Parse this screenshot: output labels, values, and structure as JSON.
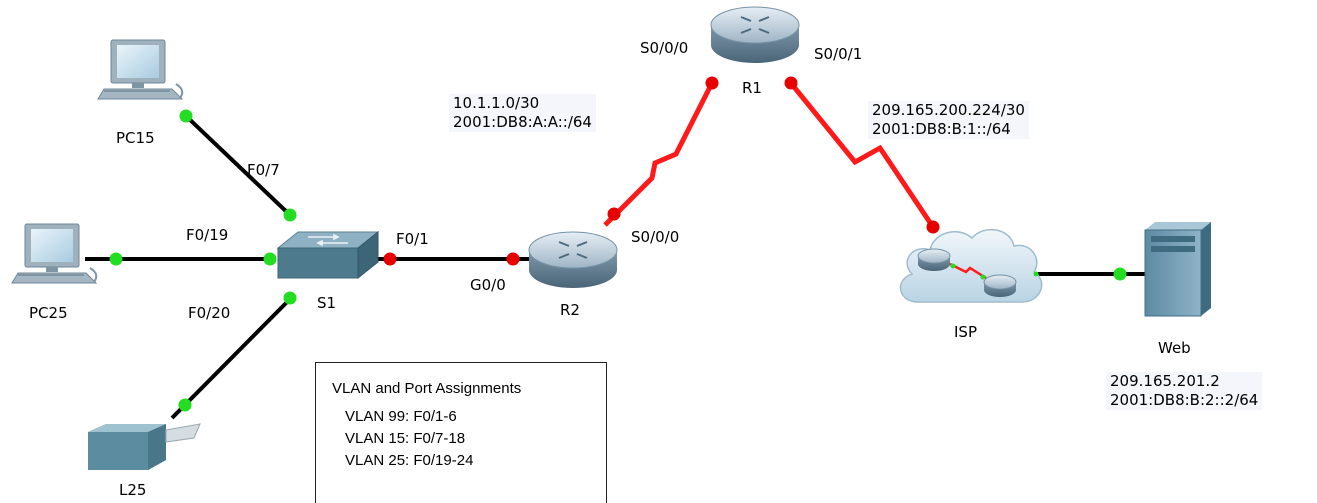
{
  "devices": {
    "pc15": "PC15",
    "pc25": "PC25",
    "l25": "L25",
    "s1": "S1",
    "r1": "R1",
    "r2": "R2",
    "isp": "ISP",
    "web": "Web"
  },
  "ports": {
    "f0_7": "F0/7",
    "f0_19": "F0/19",
    "f0_20": "F0/20",
    "f0_1": "F0/1",
    "g0_0": "G0/0",
    "r2_s0_0_0": "S0/0/0",
    "r1_s0_0_0": "S0/0/0",
    "r1_s0_0_1": "S0/0/1"
  },
  "networks": {
    "r1_r2": {
      "ipv4": "10.1.1.0/30",
      "ipv6": "2001:DB8:A:A::/64"
    },
    "r1_isp": {
      "ipv4": "209.165.200.224/30",
      "ipv6": "2001:DB8:B:1::/64"
    },
    "web": {
      "ipv4": "209.165.201.2",
      "ipv6": "2001:DB8:B:2::2/64"
    }
  },
  "legend": {
    "title": "VLAN and Port Assignments",
    "items": [
      "VLAN 99: F0/1-6",
      "VLAN 15: F0/7-18",
      "VLAN 25: F0/19-24"
    ]
  },
  "colors": {
    "ethernet_link": "#000000",
    "serial_link": "#ff1a1a",
    "link_up": "#22dd22",
    "link_down": "#e60000"
  }
}
